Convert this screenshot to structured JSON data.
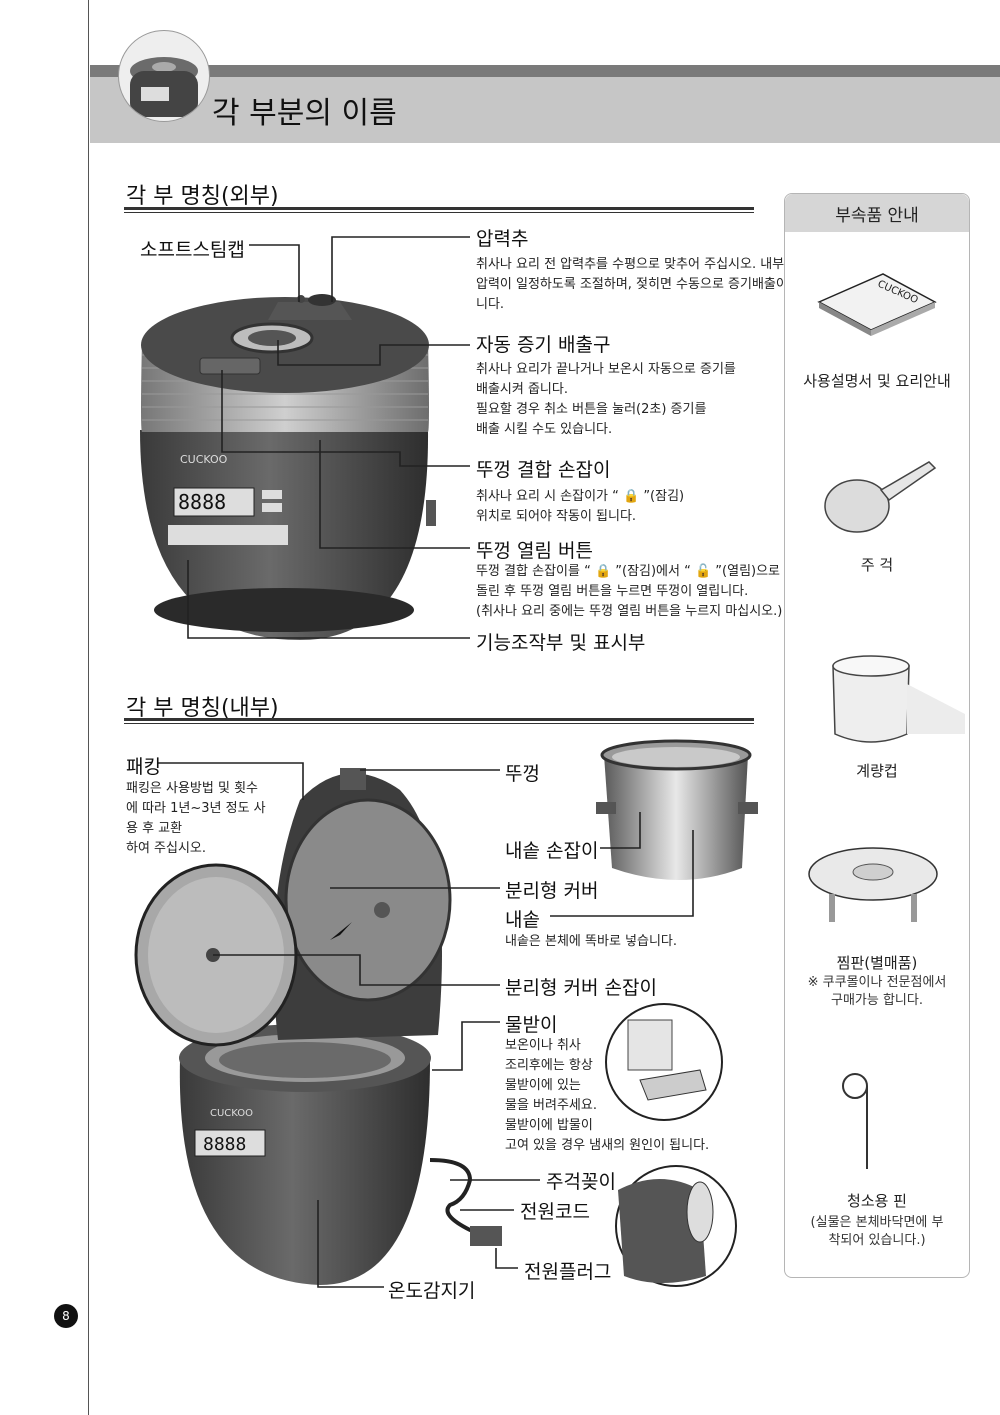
{
  "header": {
    "title": "각 부분의 이름"
  },
  "exterior": {
    "title": "각 부 명칭(외부)",
    "soft_steam_cap": "소프트스팀캡",
    "pressure_weight": {
      "label": "압력추",
      "lines": [
        "취사나 요리 전 압력추를 수평으로 맞추어 주십시오. 내부의",
        "압력이 일정하도록 조절하며, 젖히면 수동으로 증기배출이 됩",
        "니다."
      ]
    },
    "auto_steam": {
      "label": "자동 증기 배출구",
      "lines": [
        "취사나 요리가 끝나거나 보온시 자동으로 증기를",
        "배출시켜 줍니다.",
        "필요할 경우 취소 버튼을 눌러(2초) 증기를",
        "배출 시킬 수도 있습니다."
      ]
    },
    "lid_handle": {
      "label": "뚜껑 결합 손잡이",
      "lines": [
        "취사나 요리 시 손잡이가 “ 🔒 ”(잠김)",
        "위치로 되어야 작동이 됩니다."
      ]
    },
    "lid_open_button": {
      "label": "뚜껑 열림 버튼",
      "lines": [
        "뚜껑 결합 손잡이를 “ 🔒 ”(잠김)에서 “ 🔓 ”(열림)으로",
        "돌린 후 뚜껑 열림 버튼을 누르면 뚜껑이 열립니다.",
        "(취사나 요리 중에는 뚜껑 열림 버튼을 누르지 마십시오.)"
      ]
    },
    "control_panel": "기능조작부 및 표시부"
  },
  "interior": {
    "title": "각 부 명칭(내부)",
    "packing": {
      "label": "패킹",
      "lines": [
        "패킹은 사용방법 및 횟수",
        "에 따라 1년~3년 정도 사",
        "용 후 교환",
        "하여 주십시오."
      ]
    },
    "lid": "뚜껑",
    "pot_handle": "내솥 손잡이",
    "cover": "분리형 커버",
    "inner_pot": {
      "label": "내솥",
      "desc": "내솥은 본체에 똑바로 넣습니다."
    },
    "cover_handle": "분리형 커버 손잡이",
    "water_tray": {
      "label": "물받이",
      "lines": [
        "보온이나 취사",
        "조리후에는 항상",
        "물받이에 있는",
        "물을 버려주세요.",
        "물받이에 밥물이",
        "고여 있을 경우 냄새의 원인이 됩니다."
      ]
    },
    "ladle_holder": "주걱꽂이",
    "power_cord": "전원코드",
    "power_plug": "전원플러그",
    "temp_sensor": "온도감지기"
  },
  "accessories": {
    "title": "부속품 안내",
    "manual": "사용설명서 및 요리안내",
    "manual_brand": "CUCKOO",
    "ladle": "주 걱",
    "cup": "계량컵",
    "steam_plate": "찜판(별매품)",
    "steam_plate_note": [
      "※ 쿠쿠몰이나 전문점에서",
      "구매가능 합니다."
    ],
    "pin": "청소용 핀",
    "pin_note": [
      "(실물은 본체바닥면에 부",
      "착되어 있습니다.)"
    ]
  },
  "display": {
    "digits": "8888",
    "brand": "CUCKOO"
  },
  "page_number": "8"
}
